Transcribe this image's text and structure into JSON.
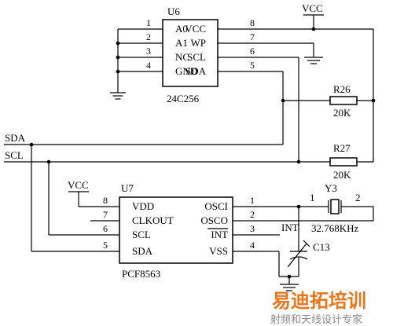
{
  "u6": {
    "ref": "U6",
    "part": "24C256",
    "left_pins": [
      {
        "num": "1",
        "name": "A0"
      },
      {
        "num": "2",
        "name": "A1"
      },
      {
        "num": "3",
        "name": "NC"
      },
      {
        "num": "4",
        "name": "GND"
      }
    ],
    "right_pins": [
      {
        "num": "8",
        "name": "VCC"
      },
      {
        "num": "7",
        "name": "WP"
      },
      {
        "num": "6",
        "name": "SCL"
      },
      {
        "num": "5",
        "name": "SDA"
      }
    ]
  },
  "u7": {
    "ref": "U7",
    "part": "PCF8563",
    "left_pins": [
      {
        "num": "8",
        "name": "VDD"
      },
      {
        "num": "7",
        "name": "CLKOUT"
      },
      {
        "num": "6",
        "name": "SCL"
      },
      {
        "num": "5",
        "name": "SDA"
      }
    ],
    "right_pins": [
      {
        "num": "1",
        "name": "OSCI"
      },
      {
        "num": "2",
        "name": "OSCO"
      },
      {
        "num": "3",
        "name": "INT"
      },
      {
        "num": "4",
        "name": "VSS"
      }
    ]
  },
  "nets": {
    "vcc_top": "VCC",
    "vcc_u7": "VCC",
    "sda": "SDA",
    "scl": "SCL",
    "int": "INT"
  },
  "r26": {
    "ref": "R26",
    "value": "20K"
  },
  "r27": {
    "ref": "R27",
    "value": "20K"
  },
  "y3": {
    "ref": "Y3",
    "pin1": "1",
    "pin2": "2",
    "freq": "32.768KHz"
  },
  "c13": {
    "ref": "C13"
  },
  "watermark": {
    "brand": "易迪拓培训",
    "subtitle": "射频和天线设计专家"
  },
  "colors": {
    "wire": "#000000",
    "background": "#ffffff",
    "watermark_brand": "#e8761c"
  }
}
